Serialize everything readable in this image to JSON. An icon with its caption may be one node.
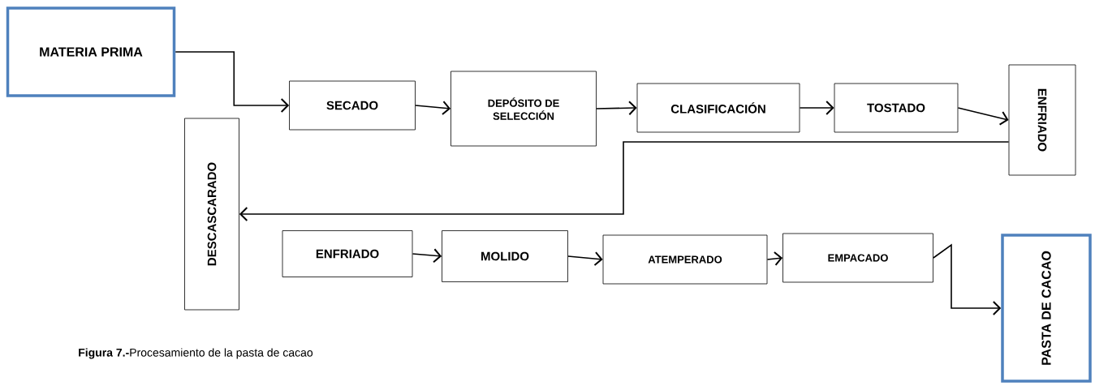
{
  "diagram": {
    "caption": "**Figura 7.-**Procesamiento de la pasta de cacao",
    "nodes": [
      {
        "text": [
          "MATERIA PRIMA"
        ]
      },
      {
        "text": [
          "SECADO"
        ]
      },
      {
        "text": [
          "DEPÓSITO DE SELECCIÓN"
        ]
      },
      {
        "text": [
          "CLASIFICACIÓN"
        ]
      },
      {
        "text": [
          "TOSTADO"
        ]
      },
      {
        "text": [
          "ENFRIADO"
        ]
      },
      {
        "text": [
          "DESCASCARADO"
        ]
      },
      {
        "text": [
          "ENFRIADO"
        ]
      },
      {
        "text": [
          "MOLIDO"
        ]
      },
      {
        "text": [
          "ATEMPERADO"
        ]
      },
      {
        "text": [
          "EMPACADO"
        ]
      },
      {
        "text": [
          "PASTA DE CACAO"
        ]
      }
    ],
    "edges": [
      {
        "from": 0,
        "to": 1,
        "arrow": "to"
      },
      {
        "from": 1,
        "to": 2,
        "arrow": "to"
      },
      {
        "from": 2,
        "to": 3,
        "arrow": "to"
      },
      {
        "from": 3,
        "to": 4,
        "arrow": "to"
      },
      {
        "from": 4,
        "to": 5,
        "arrow": "to"
      },
      {
        "from": 5,
        "to": 6,
        "arrow": "to"
      },
      {
        "from": 7,
        "to": 8,
        "arrow": "to"
      },
      {
        "from": 8,
        "to": 9,
        "arrow": "to"
      },
      {
        "from": 9,
        "to": 10,
        "arrow": "to"
      },
      {
        "from": 10,
        "to": 11,
        "arrow": "to"
      }
    ]
  }
}
